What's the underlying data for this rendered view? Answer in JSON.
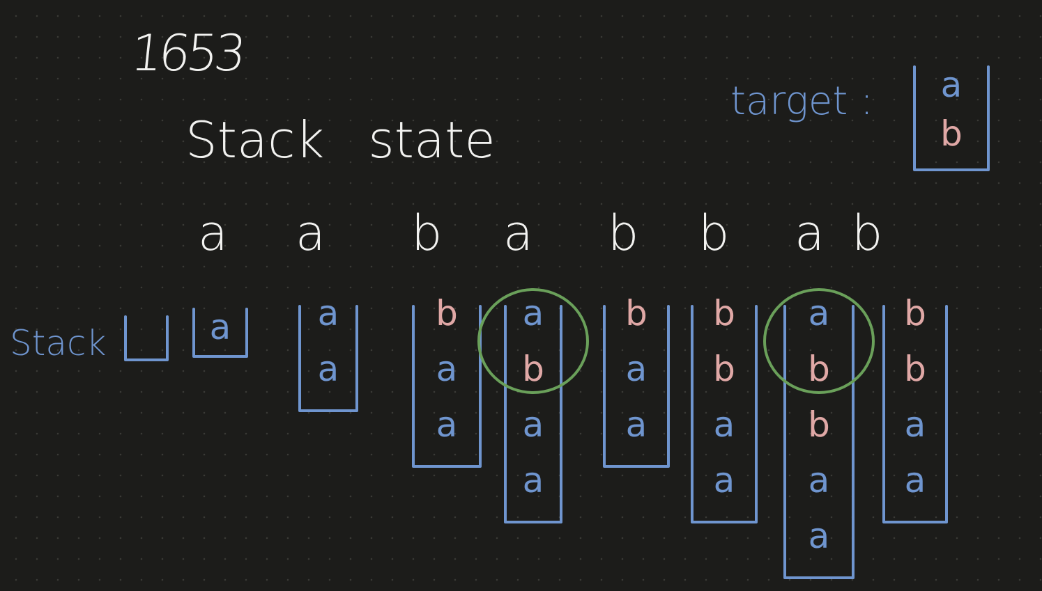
{
  "number": "1653",
  "title": "Stack state",
  "target_label": "target :",
  "stack_label": "Stack",
  "colors": {
    "background": "#1c1c1a",
    "text": "#f2f2f0",
    "stack_outline": "#6f95cf",
    "a_letter": "#6f95cf",
    "b_letter": "#e0a8a6",
    "highlight_circle": "#6aa05a"
  },
  "target": [
    "a",
    "b"
  ],
  "sequence": [
    "a",
    "a",
    "b",
    "a",
    "b",
    "b",
    "a",
    "b"
  ],
  "stacks": [
    {
      "items": [],
      "highlight": false
    },
    {
      "items": [
        "a"
      ],
      "highlight": false
    },
    {
      "items": [
        "a",
        "a"
      ],
      "highlight": false
    },
    {
      "items": [
        "b",
        "a",
        "a"
      ],
      "highlight": false
    },
    {
      "items": [
        "a",
        "b",
        "a",
        "a"
      ],
      "highlight": true
    },
    {
      "items": [
        "b",
        "a",
        "a"
      ],
      "highlight": false
    },
    {
      "items": [
        "b",
        "b",
        "a",
        "a"
      ],
      "highlight": false
    },
    {
      "items": [
        "a",
        "b",
        "b",
        "a",
        "a"
      ],
      "highlight": true
    },
    {
      "items": [
        "b",
        "b",
        "a",
        "a"
      ],
      "highlight": false
    }
  ]
}
